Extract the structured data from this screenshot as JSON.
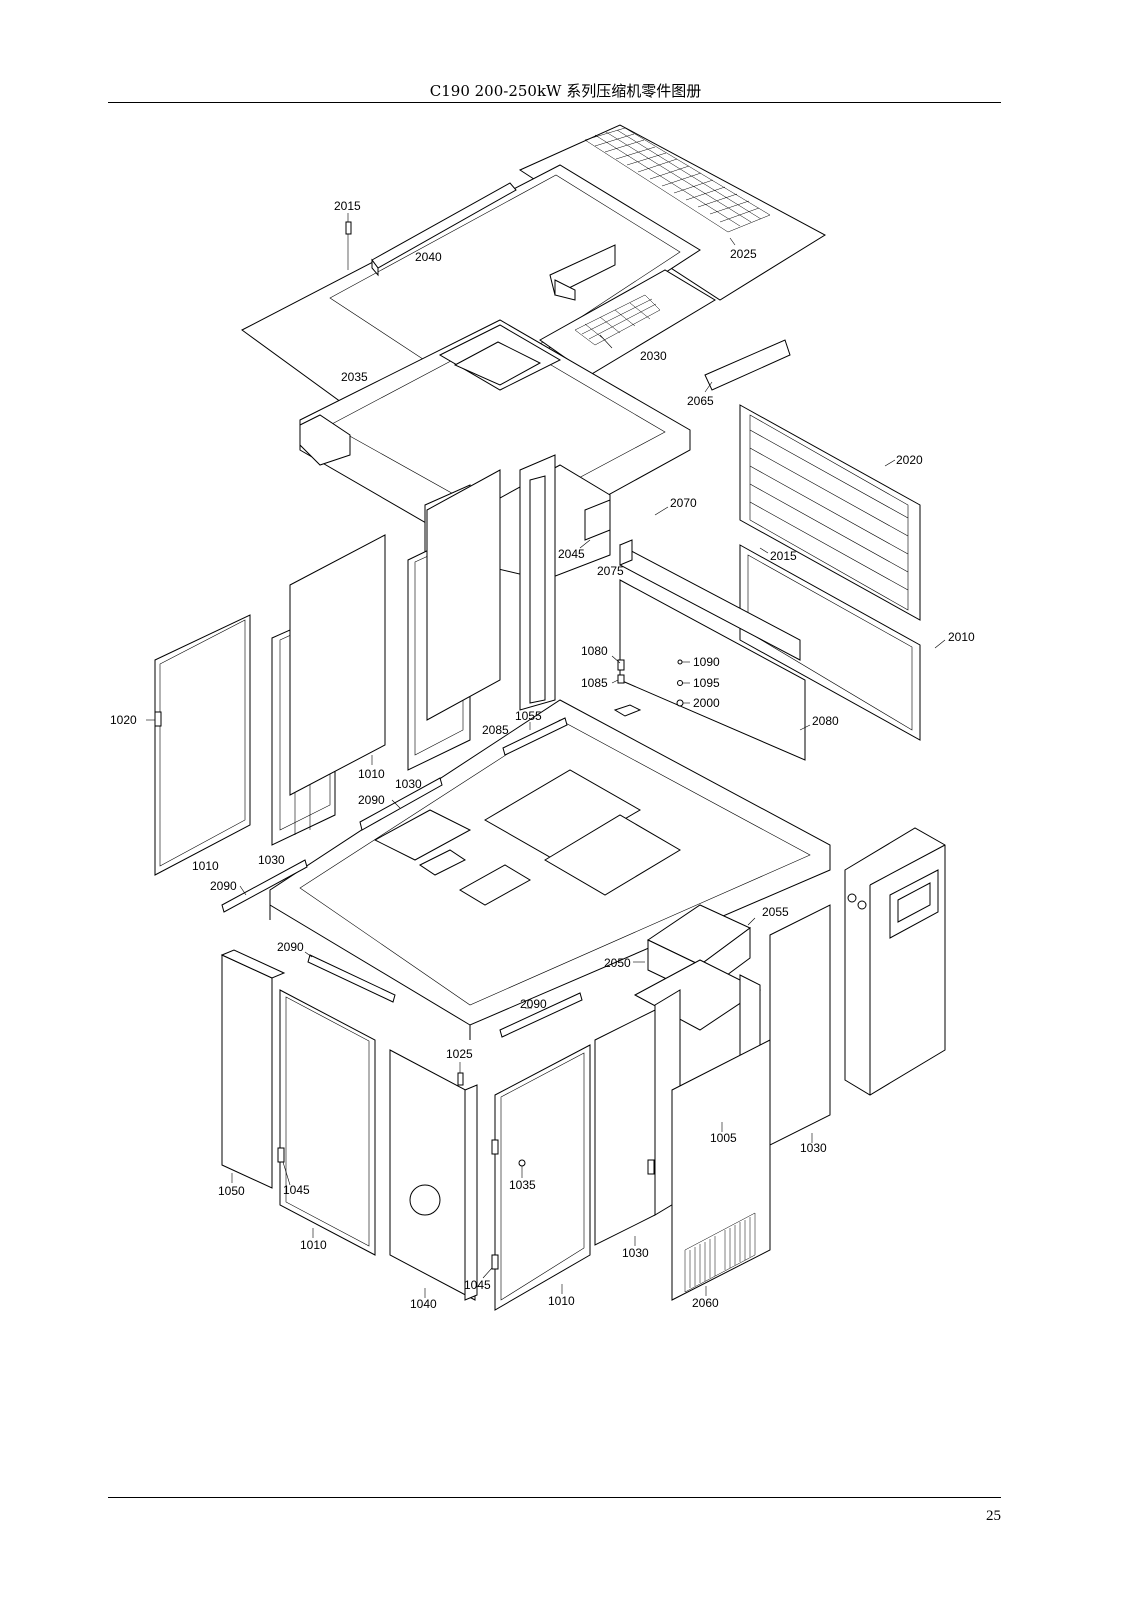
{
  "header": {
    "title": "C190 200-250kW 系列压缩机零件图册"
  },
  "footer": {
    "page_number": "25"
  },
  "callouts": [
    {
      "id": "c2015a",
      "text": "2015"
    },
    {
      "id": "c2040",
      "text": "2040"
    },
    {
      "id": "c2025",
      "text": "2025"
    },
    {
      "id": "c2030",
      "text": "2030"
    },
    {
      "id": "c2035",
      "text": "2035"
    },
    {
      "id": "c2065",
      "text": "2065"
    },
    {
      "id": "c2020",
      "text": "2020"
    },
    {
      "id": "c2070",
      "text": "2070"
    },
    {
      "id": "c2045",
      "text": "2045"
    },
    {
      "id": "c2075",
      "text": "2075"
    },
    {
      "id": "c2015b",
      "text": "2015"
    },
    {
      "id": "c2010",
      "text": "2010"
    },
    {
      "id": "c1080",
      "text": "1080"
    },
    {
      "id": "c1090",
      "text": "1090"
    },
    {
      "id": "c1085",
      "text": "1085"
    },
    {
      "id": "c1095",
      "text": "1095"
    },
    {
      "id": "c2000",
      "text": "2000"
    },
    {
      "id": "c1020",
      "text": "1020"
    },
    {
      "id": "c1055",
      "text": "1055"
    },
    {
      "id": "c2085",
      "text": "2085"
    },
    {
      "id": "c2080",
      "text": "2080"
    },
    {
      "id": "c1010a",
      "text": "1010"
    },
    {
      "id": "c1030a",
      "text": "1030"
    },
    {
      "id": "c2090a",
      "text": "2090"
    },
    {
      "id": "c1010b",
      "text": "1010"
    },
    {
      "id": "c1030b",
      "text": "1030"
    },
    {
      "id": "c2090b",
      "text": "2090"
    },
    {
      "id": "c2055",
      "text": "2055"
    },
    {
      "id": "c2090c",
      "text": "2090"
    },
    {
      "id": "c2050",
      "text": "2050"
    },
    {
      "id": "c2090d",
      "text": "2090"
    },
    {
      "id": "c1025",
      "text": "1025"
    },
    {
      "id": "c1005",
      "text": "1005"
    },
    {
      "id": "c1030c",
      "text": "1030"
    },
    {
      "id": "c1050",
      "text": "1050"
    },
    {
      "id": "c1045a",
      "text": "1045"
    },
    {
      "id": "c1035",
      "text": "1035"
    },
    {
      "id": "c1010c",
      "text": "1010"
    },
    {
      "id": "c1030d",
      "text": "1030"
    },
    {
      "id": "c1045b",
      "text": "1045"
    },
    {
      "id": "c1040",
      "text": "1040"
    },
    {
      "id": "c1010d",
      "text": "1010"
    },
    {
      "id": "c2060",
      "text": "2060"
    }
  ]
}
